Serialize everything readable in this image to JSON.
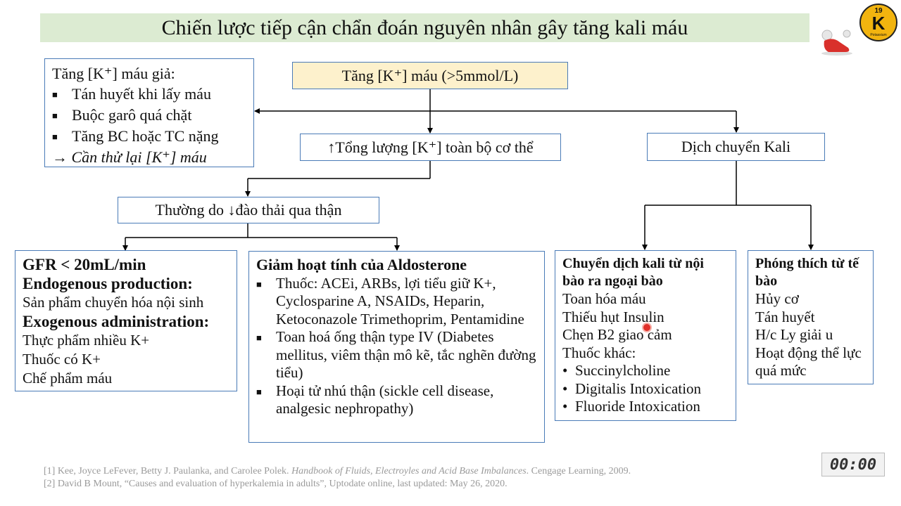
{
  "title": "Chiến lược tiếp cận chẩn đoán nguyên nhân gây tăng kali máu",
  "logo": {
    "number": "19",
    "symbol": "K",
    "name": "Potassium"
  },
  "timer": "00:00",
  "nodes": {
    "root": "Tăng [K⁺]  máu (>5mmol/L)",
    "total_body": "↑Tổng lượng [K⁺] toàn bộ cơ thể",
    "shift": "Dịch chuyển Kali",
    "renal": "Thường do ↓đào thải qua thận"
  },
  "pseudo": {
    "heading": "Tăng [K⁺] máu giả:",
    "items": [
      "Tán huyết khi lấy máu",
      "Buộc garô quá chặt",
      "Tăng BC hoặc TC nặng"
    ],
    "note": "→ Cần thử lại [K⁺] máu"
  },
  "gfr": {
    "h1": "GFR < 20mL/min",
    "h2": "Endogenous production:",
    "t1": "Sản phẩm chuyển hóa nội sinh",
    "h3": "Exogenous administration:",
    "items": [
      "Thực phẩm nhiều K+",
      "Thuốc có K+",
      "Chế phẩm máu"
    ]
  },
  "aldo": {
    "heading": "Giảm hoạt tính của Aldosterone",
    "items": [
      "Thuốc: ACEi, ARBs, lợi tiểu giữ K+, Cyclosparine A, NSAIDs, Heparin, Ketoconazole Trimethoprim, Pentamidine",
      "Toan hoá ống thận type IV (Diabetes mellitus, viêm thận mô kẽ, tắc nghẽn đường tiểu)",
      "Hoại tử nhú thận (sickle cell disease, analgesic nephropathy)"
    ]
  },
  "shift_box": {
    "heading": "Chuyển dịch kali từ nội bào ra ngoại bào",
    "lines": [
      "Toan hóa máu",
      "Thiếu hụt Insulin",
      "Chẹn B2 giao cảm",
      "Thuốc khác:"
    ],
    "bullets": [
      "Succinylcholine",
      "Digitalis Intoxication",
      "Fluoride Intoxication"
    ]
  },
  "release": {
    "heading": "Phóng thích từ tế bào",
    "lines": [
      "Hủy cơ",
      "Tán huyết",
      "H/c Ly giải u",
      "Hoạt động thể lực quá mức"
    ]
  },
  "refs": {
    "r1_pre": "[1] Kee, Joyce LeFever, Betty J. Paulanka, and Carolee Polek. ",
    "r1_title": "Handbook of Fluids, Electroyles and Acid Base Imbalances",
    "r1_post": ". Cengage Learning, 2009.",
    "r2": "[2] David B Mount, “Causes and evaluation of hyperkalemia in adults”, Uptodate online, last updated: May 26, 2020."
  }
}
